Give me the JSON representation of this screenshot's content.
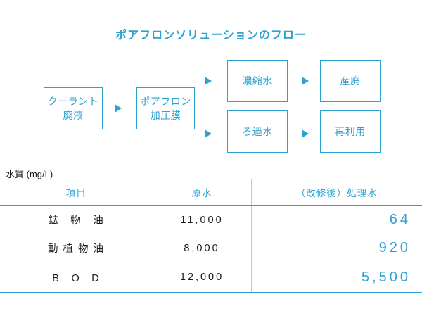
{
  "colors": {
    "accent_blue": "#2DA1D2",
    "grid_line_gray": "#C8C8C8",
    "text_dark": "#1A1A1A"
  },
  "icons": {
    "flow_arrow": "right-pointing-triangle"
  },
  "diagram": {
    "title": "ポアフロンソリューションのフロー",
    "boxes": {
      "coolant_waste": {
        "line1": "クーラント",
        "line2": "廃液"
      },
      "membrane": {
        "line1": "ポアフロン",
        "line2": "加圧膜"
      },
      "concentrated_water": "濃縮水",
      "industrial_waste": "産廃",
      "filtered_water": "ろ過水",
      "reuse": "再利用"
    }
  },
  "table": {
    "caption": "水質 (mg/L)",
    "headers": {
      "item": "項目",
      "raw_water": "原水",
      "treated_water": "（改修後）処理水"
    },
    "rows": [
      {
        "item": "鉱　物　油",
        "raw_water": "11,000",
        "treated_water": "64"
      },
      {
        "item": "動 植 物 油",
        "raw_water": "8,000",
        "treated_water": "920"
      },
      {
        "item": "B　O　D",
        "raw_water": "12,000",
        "treated_water": "5,500"
      }
    ]
  }
}
